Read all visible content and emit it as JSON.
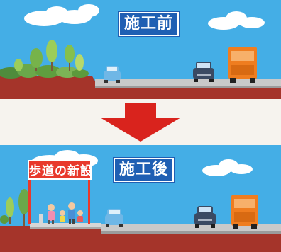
{
  "before": {
    "label": "施工前"
  },
  "after": {
    "label": "施工後",
    "sign": "歩道の新設"
  },
  "colors": {
    "sky": "#44aee6",
    "soil": "#a5342a",
    "road": "#c9c9c9",
    "label_bg": "#1f5fb3",
    "sign_bg": "#e8392c",
    "arrow": "#d9231d",
    "truck": "#ef7d1f",
    "car_blue": "#6fb7e6",
    "car_dark": "#3a4a63"
  },
  "icons": [
    "cloud-icon",
    "tree-icon",
    "car-icon",
    "truck-icon",
    "down-arrow-icon",
    "people-icon"
  ]
}
